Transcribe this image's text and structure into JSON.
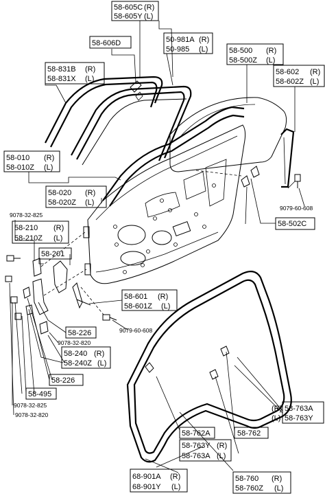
{
  "labels": [
    {
      "id": "l1",
      "lines": [
        [
          "58-605C",
          "(R)"
        ],
        [
          "58-605Y",
          "(L)"
        ]
      ],
      "boxed": true
    },
    {
      "id": "l2",
      "lines": [
        [
          "58-606D",
          ""
        ]
      ],
      "boxed": true
    },
    {
      "id": "l3",
      "lines": [
        [
          "50-981A",
          "(R)"
        ],
        [
          "50-985",
          "(L)"
        ]
      ],
      "boxed": true
    },
    {
      "id": "l4",
      "lines": [
        [
          "58-500",
          "(R)"
        ],
        [
          "58-500Z",
          "(L)"
        ]
      ],
      "boxed": true
    },
    {
      "id": "l5",
      "lines": [
        [
          "58-831B",
          "(R)"
        ],
        [
          "58-831X",
          "(L)"
        ]
      ],
      "boxed": true
    },
    {
      "id": "l6",
      "lines": [
        [
          "58-602",
          "(R)"
        ],
        [
          "58-602Z",
          "(L)"
        ]
      ],
      "boxed": true
    },
    {
      "id": "l7",
      "lines": [
        [
          "58-010",
          "(R)"
        ],
        [
          "58-010Z",
          "(L)"
        ]
      ],
      "boxed": true
    },
    {
      "id": "l8",
      "lines": [
        [
          "58-020",
          "(R)"
        ],
        [
          "58-020Z",
          "(L)"
        ]
      ],
      "boxed": true
    },
    {
      "id": "l9",
      "lines": [
        [
          "58-210",
          "(R)"
        ],
        [
          "58-210Z",
          "(L)"
        ]
      ],
      "boxed": true
    },
    {
      "id": "l10",
      "lines": [
        [
          "58-201",
          ""
        ]
      ],
      "boxed": true
    },
    {
      "id": "l11",
      "lines": [
        [
          "58-502C",
          ""
        ]
      ],
      "boxed": true
    },
    {
      "id": "l12",
      "lines": [
        [
          "58-601",
          "(R)"
        ],
        [
          "58-601Z",
          "(L)"
        ]
      ],
      "boxed": true
    },
    {
      "id": "l13",
      "lines": [
        [
          "58-226",
          ""
        ]
      ],
      "boxed": true
    },
    {
      "id": "l14",
      "lines": [
        [
          "58-240",
          "(R)"
        ],
        [
          "58-240Z",
          "(L)"
        ]
      ],
      "boxed": true
    },
    {
      "id": "l15",
      "lines": [
        [
          "58-226",
          ""
        ]
      ],
      "boxed": true
    },
    {
      "id": "l16",
      "lines": [
        [
          "58-495",
          ""
        ]
      ],
      "boxed": true
    },
    {
      "id": "l17",
      "lines": [
        [
          "58-762A",
          ""
        ]
      ],
      "boxed": true
    },
    {
      "id": "l18",
      "lines": [
        [
          "58-763Y",
          "(R)"
        ],
        [
          "58-763A",
          "(L)"
        ]
      ],
      "boxed": true
    },
    {
      "id": "l19",
      "lines": [
        [
          "58-762",
          ""
        ]
      ],
      "boxed": true
    },
    {
      "id": "l20",
      "lines": [
        [
          "58-763A",
          ""
        ],
        [
          "58-763Y",
          ""
        ]
      ],
      "boxed": true,
      "prefix": [
        "(R)",
        "(L)"
      ]
    },
    {
      "id": "l21",
      "lines": [
        [
          "68-901A",
          "(R)"
        ],
        [
          "68-901Y",
          "(L)"
        ]
      ],
      "boxed": true
    },
    {
      "id": "l22",
      "lines": [
        [
          "58-760",
          "(R)"
        ],
        [
          "58-760Z",
          "(L)"
        ]
      ],
      "boxed": true
    }
  ],
  "bolts": {
    "b1": "9078-32-825",
    "b2": "9079-60-608",
    "b3": "9079-60-608",
    "b4": "9078-32-820",
    "b5": "9078-32-825",
    "b6": "9078-32-820"
  }
}
